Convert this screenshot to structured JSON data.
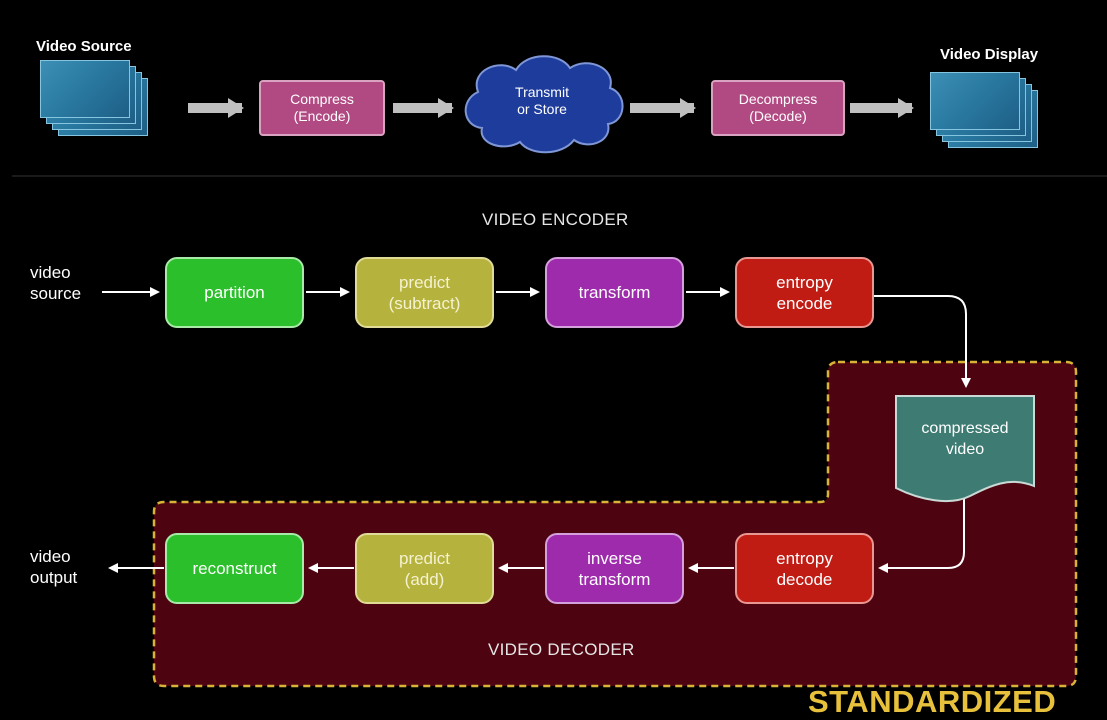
{
  "pipeline": {
    "source_label": "Video Source",
    "display_label": "Video Display",
    "compress_label": "Compress\n(Encode)",
    "transmit_label": "Transmit\nor Store",
    "decompress_label": "Decompress\n(Decode)"
  },
  "encoder": {
    "title": "VIDEO ENCODER",
    "input_label": "video\nsource",
    "steps": [
      "partition",
      "predict\n(subtract)",
      "transform",
      "entropy\nencode"
    ]
  },
  "compressed": {
    "label": "compressed\nvideo"
  },
  "decoder": {
    "title": "VIDEO DECODER",
    "output_label": "video\noutput",
    "steps": [
      "reconstruct",
      "predict\n(add)",
      "inverse\ntransform",
      "entropy\ndecode"
    ]
  },
  "standardized_label": "STANDARDIZED",
  "colors": {
    "partition": "#2bbf2b",
    "predict": "#b6b23e",
    "transform": "#9e2bab",
    "entropy": "#c01c14",
    "compressed": "#3e7c73",
    "standardized_region": "#4d0410",
    "standardized_border": "#d8b338",
    "transmit_cloud": "#1e3c9c",
    "compress_box": "#b14a82"
  }
}
